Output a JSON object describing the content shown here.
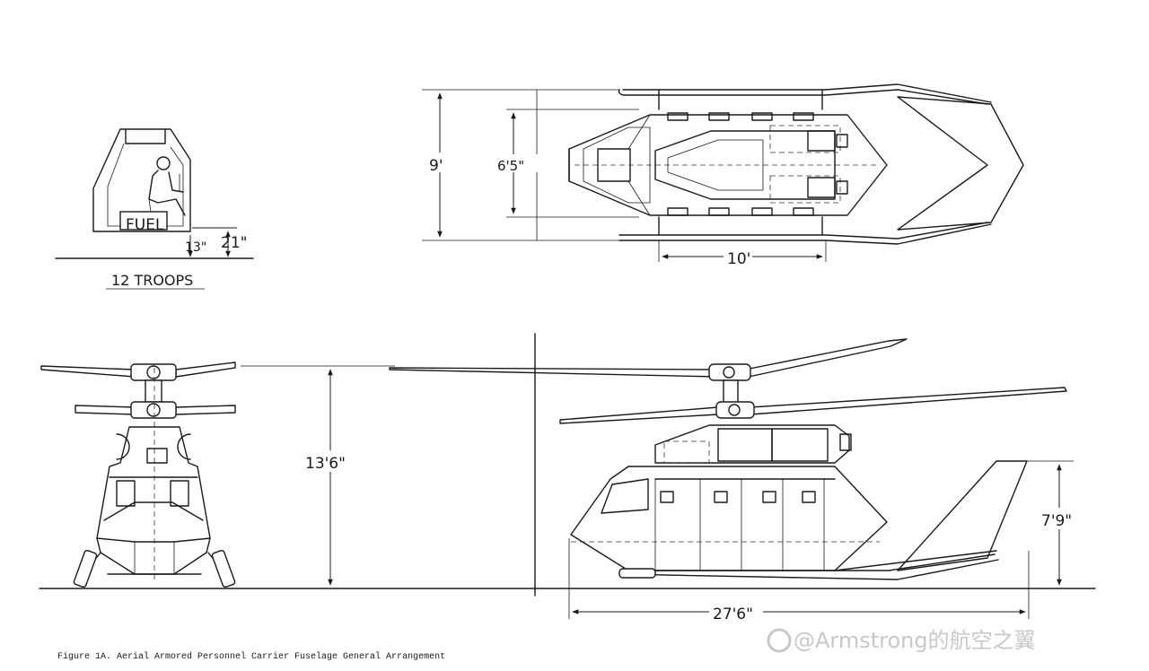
{
  "labels": {
    "troops": "12 TROOPS",
    "fuel": "FUEL",
    "dim_13": "13\"",
    "dim_21": "21\"",
    "dim_9": "9'",
    "dim_6_5": "6'5\"",
    "dim_10": "10'",
    "dim_13_6": "13'6\"",
    "dim_7_9": "7'9\"",
    "dim_27_6": "27'6\""
  },
  "caption": "Figure 1A.  Aerial Armored Personnel Carrier Fuselage General Arrangement",
  "watermark": "@Armstrong的航空之翼"
}
